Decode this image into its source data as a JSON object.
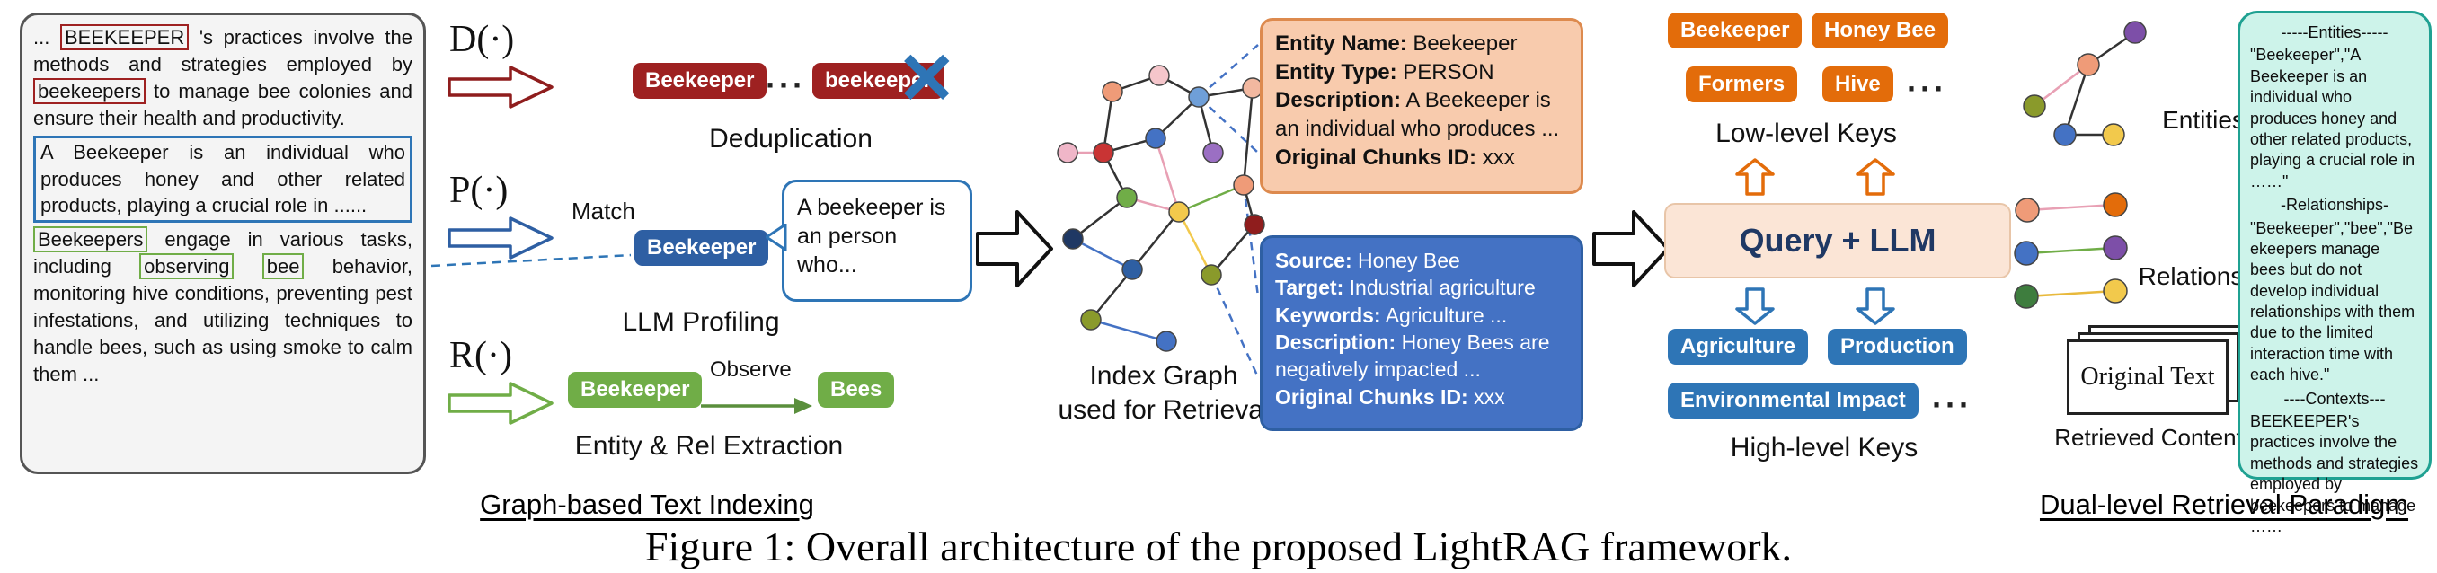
{
  "figure": {
    "caption": "Figure 1: Overall architecture of the proposed LightRAG framework."
  },
  "source_text": {
    "p1_pre": "... ",
    "p1_word1": "BEEKEEPER",
    "p1_mid1": " 's practices involve the methods and strategies employed by ",
    "p1_word2": "beekeepers",
    "p1_post": " to manage bee colonies and ensure their health and productivity.",
    "p2": "A Beekeeper is an individual who produces honey and other related products, playing a crucial role in ......",
    "p3_word1": "Beekeepers",
    "p3_mid1": " engage in various tasks, including ",
    "p3_word2": "observing",
    "p3_mid2": " ",
    "p3_word3": "bee",
    "p3_post": " behavior, monitoring hive conditions, preventing pest infestations, and utilizing techniques to handle bees, such as using smoke to calm them ..."
  },
  "indexing": {
    "section_label": "Graph-based Text Indexing",
    "dedup": {
      "op": "D(·)",
      "badge1": "Beekeeper",
      "dots": "···",
      "badge2": "beekeeper",
      "label": "Deduplication"
    },
    "profiling": {
      "op": "P(·)",
      "match_label": "Match",
      "badge": "Beekeeper",
      "bubble": "A beekeeper is an person who...",
      "label": "LLM Profiling"
    },
    "extraction": {
      "op": "R(·)",
      "badge1": "Beekeeper",
      "edge_label": "Observe",
      "badge2": "Bees",
      "label": "Entity & Rel Extraction"
    }
  },
  "graph": {
    "label_line1": "Index Graph",
    "label_line2": "used for Retrieval"
  },
  "entity_card": {
    "rows": [
      {
        "label": "Entity Name:",
        "value": "Beekeeper"
      },
      {
        "label": "Entity Type:",
        "value": "PERSON"
      },
      {
        "label": "Description:",
        "value": "A Beekeeper is an individual who produces ..."
      },
      {
        "label": "Original Chunks ID:",
        "value": "xxx"
      }
    ]
  },
  "relation_card": {
    "rows": [
      {
        "label": "Source:",
        "value": "Honey Bee"
      },
      {
        "label": "Target:",
        "value": "Industrial agriculture"
      },
      {
        "label": "Keywords:",
        "value": "Agriculture ..."
      },
      {
        "label": "Description:",
        "value": "Honey Bees are negatively impacted ..."
      },
      {
        "label": "Original Chunks ID:",
        "value": "xxx"
      }
    ]
  },
  "retrieval": {
    "section_label": "Dual-level Retrieval Paradigm",
    "low_keys": [
      "Beekeeper",
      "Honey Bee",
      "Formers",
      "Hive"
    ],
    "low_dots": "···",
    "low_label": "Low-level Keys",
    "query_label": "Query + LLM",
    "high_keys": [
      "Agriculture",
      "Production",
      "Environmental Impact"
    ],
    "high_dots": "···",
    "high_label": "High-level Keys"
  },
  "retrieved": {
    "entities_label": "Entities",
    "relations_label": "Relations",
    "page_text": "Original Text",
    "label": "Retrieved Content"
  },
  "output_box": {
    "entities_header": "-----Entities-----",
    "entities_text": "\"Beekeeper\",\"A Beekeeper is an individual who produces honey and other related products, playing a crucial role in ……\"",
    "relationships_header": "-Relationships-",
    "relationships_text": "\"Beekeeper\",\"bee\",\"Beekeepers manage bees but do not develop individual relationships with them due to the limited interaction time with each hive.\"",
    "contexts_header": "----Contexts---",
    "contexts_text": "BEEKEEPER's practices involve the methods and strategies employed by beekeepers to manage ……"
  },
  "colors": {
    "dedup_red": "#9E2121",
    "profile_blue": "#2E5FA3",
    "extract_green": "#70AD47",
    "low_key_orange": "#E36C0A",
    "high_key_blue": "#2E75B6",
    "entity_card_bg": "#F8CBAD",
    "relation_card_bg": "#4472C4",
    "query_box_bg": "#FBE5D6",
    "output_box_bg": "#CDF3EA"
  }
}
